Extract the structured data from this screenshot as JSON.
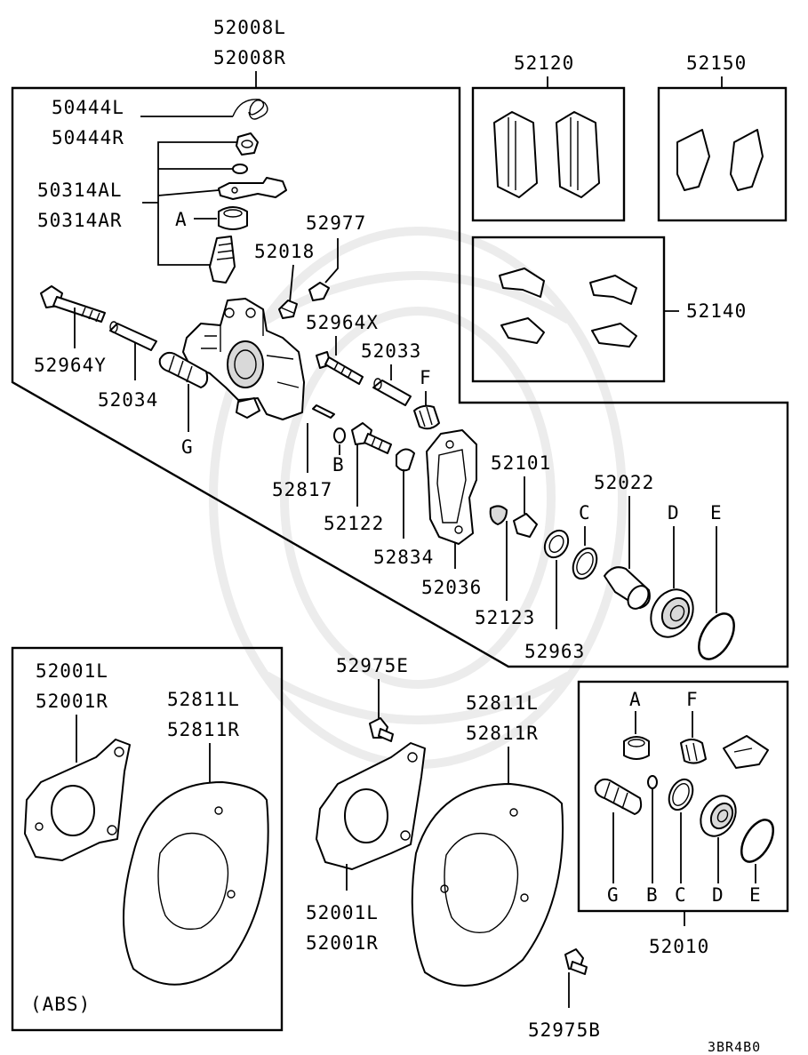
{
  "labels": {
    "p52008L": "52008L",
    "p52008R": "52008R",
    "p50444L": "50444L",
    "p50444R": "50444R",
    "p50314AL": "50314AL",
    "p50314AR": "50314AR",
    "refA": "A",
    "p52977": "52977",
    "p52018": "52018",
    "p52964X": "52964X",
    "p52964Y": "52964Y",
    "p52034": "52034",
    "p52033": "52033",
    "refF": "F",
    "refG": "G",
    "refB": "B",
    "p52817": "52817",
    "p52122": "52122",
    "p52834": "52834",
    "p52036": "52036",
    "p52101": "52101",
    "p52123": "52123",
    "p52963": "52963",
    "p52022": "52022",
    "refC": "C",
    "refD": "D",
    "refE": "E",
    "p52120": "52120",
    "p52150": "52150",
    "p52140": "52140",
    "p52001L_abs": "52001L",
    "p52001R_abs": "52001R",
    "p52811L_abs": "52811L",
    "p52811R_abs": "52811R",
    "abs": "(ABS)",
    "p52975E": "52975E",
    "p52811L": "52811L",
    "p52811R": "52811R",
    "p52001L": "52001L",
    "p52001R": "52001R",
    "p52975B": "52975B",
    "kitA": "A",
    "kitF": "F",
    "kitG": "G",
    "kitB": "B",
    "kitC": "C",
    "kitD": "D",
    "kitE": "E",
    "p52010": "52010",
    "diagramCode": "3BR4B0"
  }
}
